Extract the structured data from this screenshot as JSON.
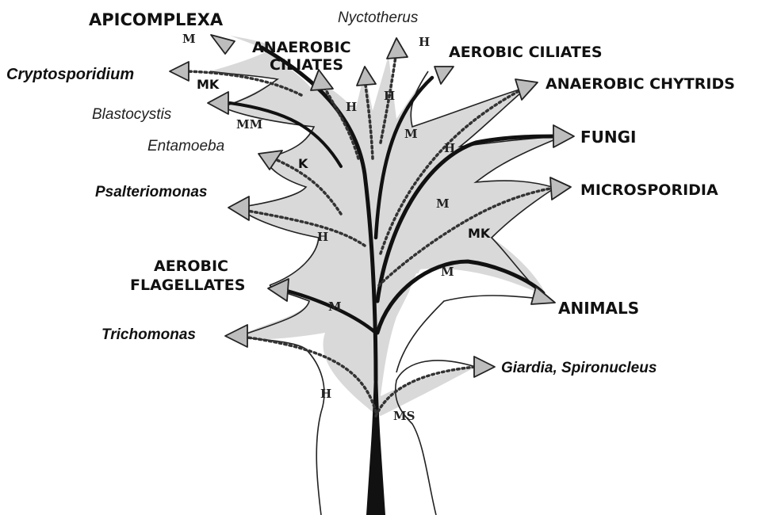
{
  "labels": {
    "apicomplexa": "APICOMPLEXA",
    "cryptosporidium": "Cryptosporidium",
    "blastocystis": "Blastocystis",
    "entamoeba": "Entamoeba",
    "psalteriomonas": "Psalteriomonas",
    "aerobic_flagellates_1": "AEROBIC",
    "aerobic_flagellates_2": "FLAGELLATES",
    "trichomonas": "Trichomonas",
    "anaerobic_ciliates_1": "ANAEROBIC",
    "anaerobic_ciliates_2": "CILIATES",
    "nyctotherus": "Nyctotherus",
    "aerobic_ciliates": "AEROBIC CILIATES",
    "anaerobic_chytrids": "ANAEROBIC CHYTRIDS",
    "fungi": "FUNGI",
    "microsporidia": "MICROSPORIDIA",
    "animals": "ANIMALS",
    "giardia": "Giardia, Spironucleus"
  },
  "markers": {
    "apicomplexa": "M",
    "cryptosporidium": "MK",
    "blastocystis": "MM",
    "entamoeba": "K",
    "psalteriomonas": "H",
    "aerobic_flagellates": "M",
    "trichomonas": "H",
    "anaerobic_ciliates_left": "H",
    "anaerobic_ciliates_right": "H",
    "nyctotherus": "H",
    "aerobic_ciliates": "M",
    "anaerobic_chytrids": "H",
    "fungi": "M",
    "microsporidia": "MK",
    "animals": "M",
    "root": "MS"
  },
  "colors": {
    "fill": "#d9d9d9",
    "line": "#111111",
    "arrowhead": "#bdbdbd"
  }
}
